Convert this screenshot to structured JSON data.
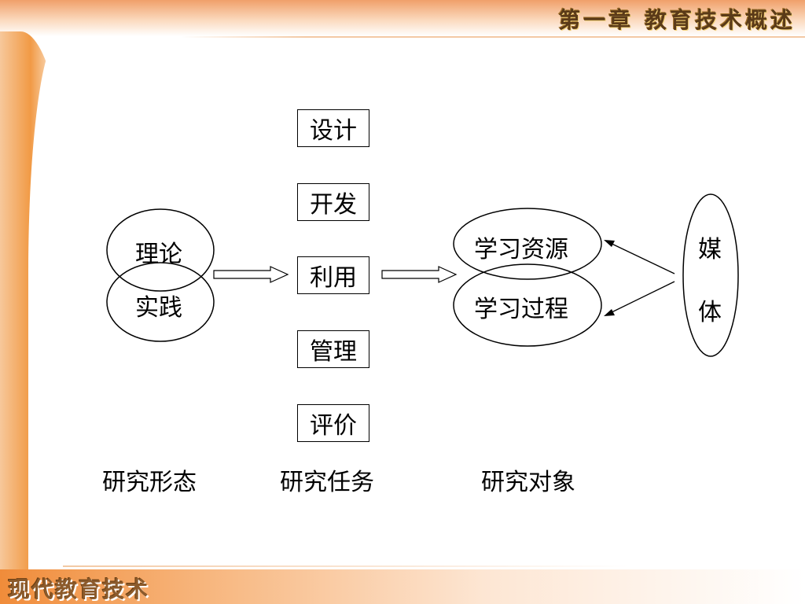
{
  "header": {
    "chapter_title": "第一章 教育技术概述"
  },
  "footer": {
    "course_title": "现代教育技术"
  },
  "diagram": {
    "form_circles": [
      "理论",
      "实践"
    ],
    "tasks": [
      "设计",
      "开发",
      "利用",
      "管理",
      "评价"
    ],
    "object_circles": [
      "学习资源",
      "学习过程"
    ],
    "media": [
      "媒",
      "体"
    ],
    "captions": {
      "form": "研究形态",
      "task": "研究任务",
      "object": "研究对象"
    }
  }
}
